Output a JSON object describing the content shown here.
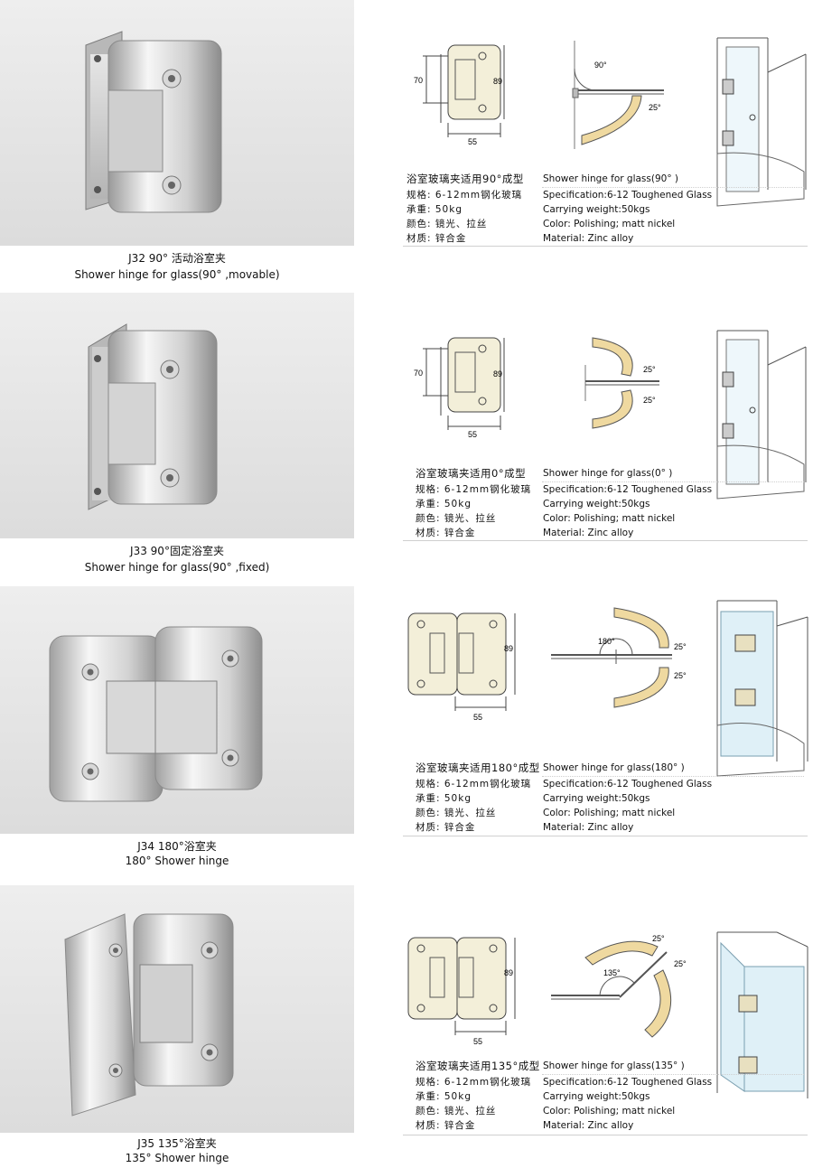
{
  "products": [
    {
      "code_line": "J32  90° 活动浴室夹",
      "name_line": "Shower hinge for glass(90° ,movable)",
      "spec_title_cn": "浴室玻璃夹适用90°成型",
      "spec_title_en": "Shower hinge for glass(90° )",
      "specs_cn": [
        "规格: 6-12mm钢化玻璃",
        "承重: 50kg",
        "颜色: 镜光、拉丝",
        "材质: 锌合金"
      ],
      "specs_en": [
        "Specification:6-12 Toughened Glass",
        "Carrying weight:50kgs",
        "Color: Polishing; matt nickel",
        "Material: Zinc alloy"
      ],
      "dims": {
        "height": "89",
        "inner": "70",
        "width": "55"
      },
      "angles": [
        "90°",
        "25°"
      ]
    },
    {
      "code_line": "J33  90°固定浴室夹",
      "name_line": "Shower hinge for glass(90° ,fixed)",
      "spec_title_cn": "浴室玻璃夹适用0°成型",
      "spec_title_en": "Shower hinge for glass(0° )",
      "specs_cn": [
        "规格: 6-12mm钢化玻璃",
        "承重: 50kg",
        "颜色: 镜光、拉丝",
        "材质: 锌合金"
      ],
      "specs_en": [
        "Specification:6-12 Toughened Glass",
        "Carrying weight:50kgs",
        "Color: Polishing; matt nickel",
        "Material: Zinc alloy"
      ],
      "dims": {
        "height": "89",
        "inner": "70",
        "width": "55"
      },
      "angles": [
        "25°",
        "25°"
      ]
    },
    {
      "code_line": "J34  180°浴室夹",
      "name_line": "180° Shower hinge",
      "spec_title_cn": "浴室玻璃夹适用180°成型",
      "spec_title_en": "Shower hinge for glass(180° )",
      "specs_cn": [
        "规格: 6-12mm钢化玻璃",
        "承重: 50kg",
        "颜色: 镜光、拉丝",
        "材质: 锌合金"
      ],
      "specs_en": [
        "Specification:6-12 Toughened Glass",
        "Carrying weight:50kgs",
        "Color: Polishing; matt nickel",
        "Material: Zinc alloy"
      ],
      "dims": {
        "height": "89",
        "width": "55"
      },
      "angles": [
        "180°",
        "25°",
        "25°"
      ]
    },
    {
      "code_line": "J35  135°浴室夹",
      "name_line": "135° Shower hinge",
      "spec_title_cn": "浴室玻璃夹适用135°成型",
      "spec_title_en": "Shower hinge for glass(135° )",
      "specs_cn": [
        "规格: 6-12mm钢化玻璃",
        "承重: 50kg",
        "颜色: 镜光、拉丝",
        "材质: 锌合金"
      ],
      "specs_en": [
        "Specification:6-12 Toughened Glass",
        "Carrying weight:50kgs",
        "Color: Polishing; matt nickel",
        "Material: Zinc alloy"
      ],
      "dims": {
        "height": "89",
        "width": "55"
      },
      "angles": [
        "135°",
        "25°",
        "25°"
      ]
    }
  ],
  "colors": {
    "metal_light": "#f4f4f4",
    "metal_dark": "#8a8a8a",
    "plate_fill": "#f3efd9",
    "arc_fill": "#efd9a0",
    "glass_fill": "#dff0f7"
  }
}
